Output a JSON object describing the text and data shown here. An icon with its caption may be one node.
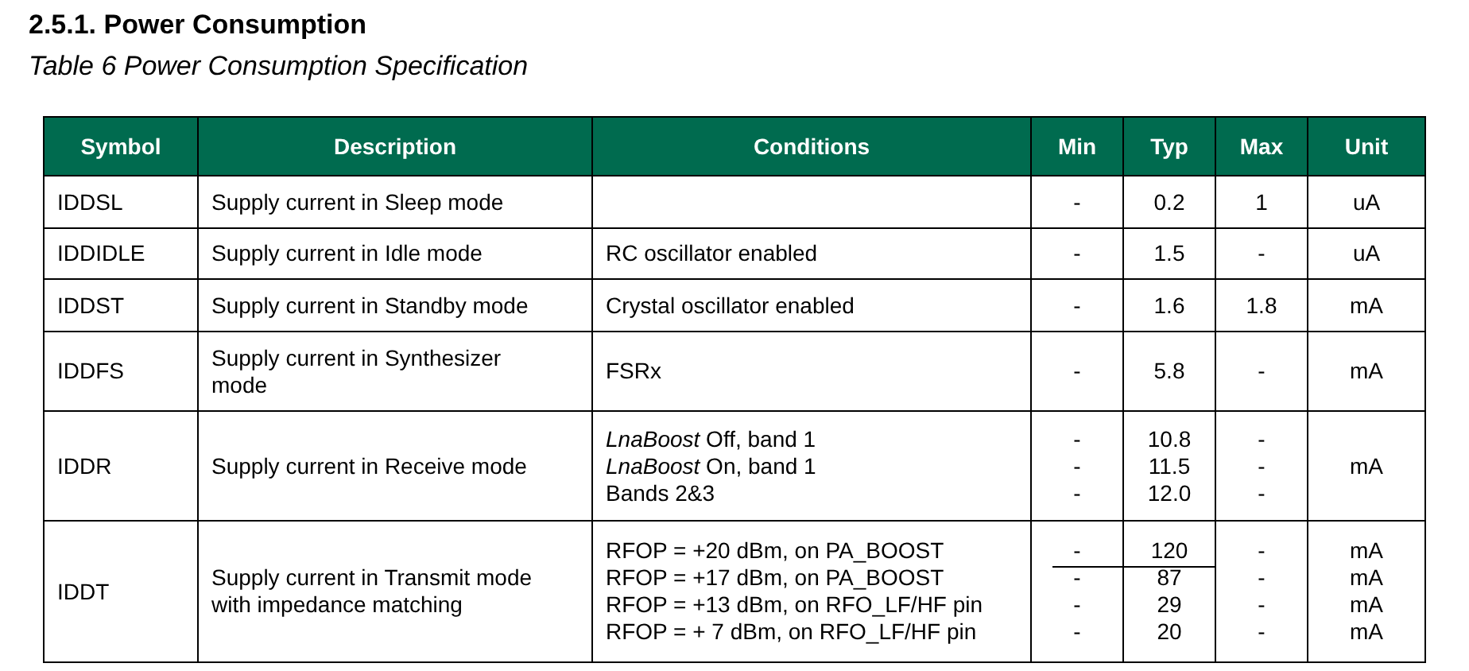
{
  "diagram": {
    "title": "2.5.1. Power Consumption",
    "caption": "Table 6 Power Consumption Specification",
    "labels": [
      "Symbol",
      "Description",
      "Conditions",
      "Min",
      "Typ",
      "Max",
      "Unit",
      "IDDSL",
      "Supply current in Sleep mode",
      "-",
      "0.2",
      "1",
      "uA",
      "IDDIDLE",
      "Supply current in Idle mode",
      "RC oscillator enabled",
      "-",
      "1.5",
      "-",
      "uA",
      "IDDST",
      "Supply current in Standby mode",
      "Crystal oscillator enabled",
      "-",
      "1.6",
      "1.8",
      "mA",
      "IDDFS",
      "Supply current in Synthesizer mode",
      "FSRx",
      "-",
      "5.8",
      "-",
      "mA",
      "IDDR",
      "Supply current in Receive mode",
      "*LnaBoost* Off, band 1",
      "*LnaBoost* On, band 1",
      "Bands 2&3",
      "-",
      "-",
      "-",
      "10.8",
      "11.5",
      "12.0",
      "-",
      "-",
      "-",
      "mA",
      "IDDT",
      "Supply current in Transmit mode with impedance matching",
      "RFOP = +20 dBm, on PA_BOOST",
      "RFOP = +17 dBm, on PA_BOOST",
      "RFOP = +13 dBm, on RFO_LF/HF pin",
      "RFOP = + 7 dBm, on RFO_LF/HF pin",
      "-",
      "-",
      "-",
      "-",
      "120",
      "87",
      "29",
      "20",
      "-",
      "-",
      "-",
      "-",
      "mA",
      "mA",
      "mA",
      "mA"
    ]
  }
}
